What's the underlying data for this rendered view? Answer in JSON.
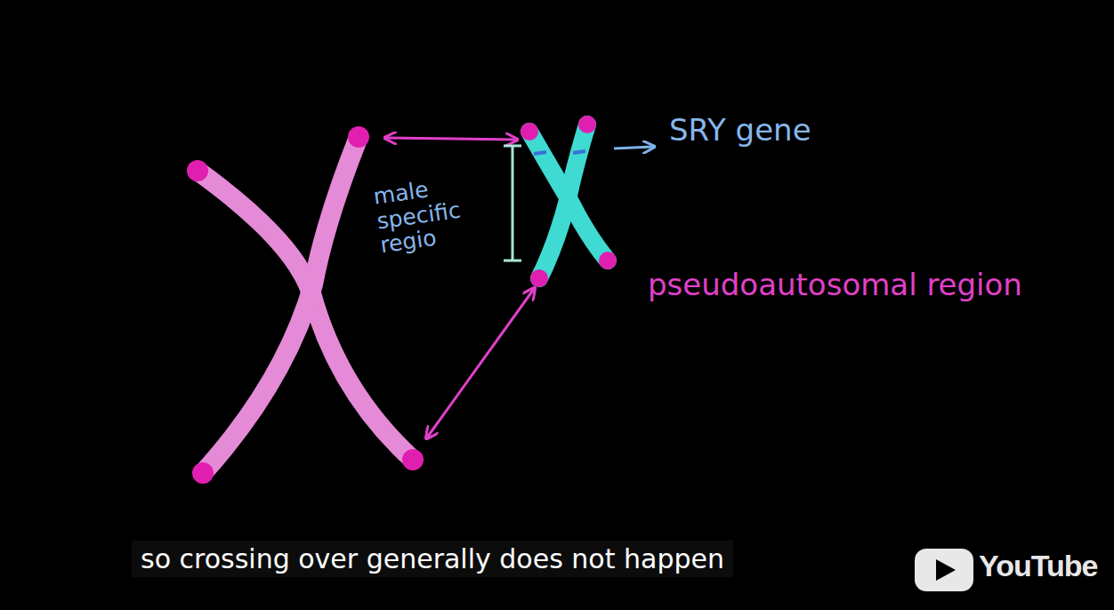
{
  "diagram": {
    "caption": "so crossing over generally does not happen",
    "labels": [
      "SRY gene",
      "male specific regio",
      "pseudoautosomal region",
      "YouTube"
    ]
  }
}
